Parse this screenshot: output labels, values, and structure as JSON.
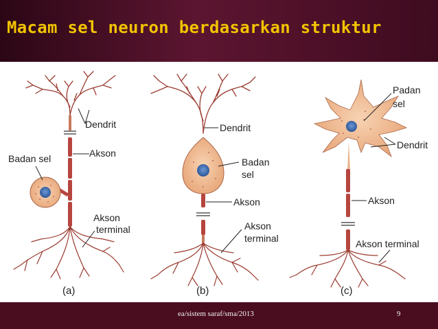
{
  "slide": {
    "title": "Macam sel neuron berdasarkan struktur",
    "footer_text": "ea/sistem saraf/sma/2013",
    "page_number": "9"
  },
  "diagram": {
    "panels": [
      {
        "id": "a",
        "caption": "(a)",
        "labels": {
          "dendrit": "Dendrit",
          "akson": "Akson",
          "badan_sel": "Badan sel",
          "akson_terminal_1": "Akson",
          "akson_terminal_2": "terminal"
        }
      },
      {
        "id": "b",
        "caption": "(b)",
        "labels": {
          "dendrit": "Dendrit",
          "badan_sel_1": "Badan",
          "badan_sel_2": "sel",
          "akson": "Akson",
          "akson_terminal_1": "Akson",
          "akson_terminal_2": "terminal"
        }
      },
      {
        "id": "c",
        "caption": "(c)",
        "labels": {
          "badan_sel_1": "Padan",
          "badan_sel_2": "sel",
          "dendrit": "Dendrit",
          "akson": "Akson",
          "akson_terminal": "Akson terminal"
        }
      }
    ],
    "colors": {
      "cell_body": "#f2c09a",
      "nucleus": "#3f6fb3",
      "axon": "#b7453f",
      "dendrite": "#9a3b30"
    }
  }
}
